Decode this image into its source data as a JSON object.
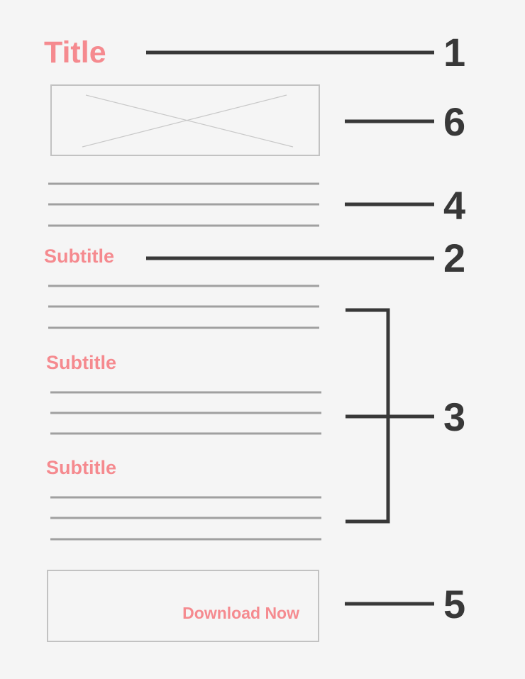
{
  "wireframe": {
    "title": "Title",
    "subtitle_main": "Subtitle",
    "subtitle_section_1": "Subtitle",
    "subtitle_section_2": "Subtitle",
    "download_label": "Download Now"
  },
  "callouts": {
    "title": "1",
    "image": "6",
    "intro_text": "4",
    "subtitle": "2",
    "sections": "3",
    "download": "5"
  },
  "colors": {
    "accent": "#f58a8f",
    "connector": "#383838",
    "placeholder": "#a0a0a0",
    "background": "#f5f5f5"
  }
}
